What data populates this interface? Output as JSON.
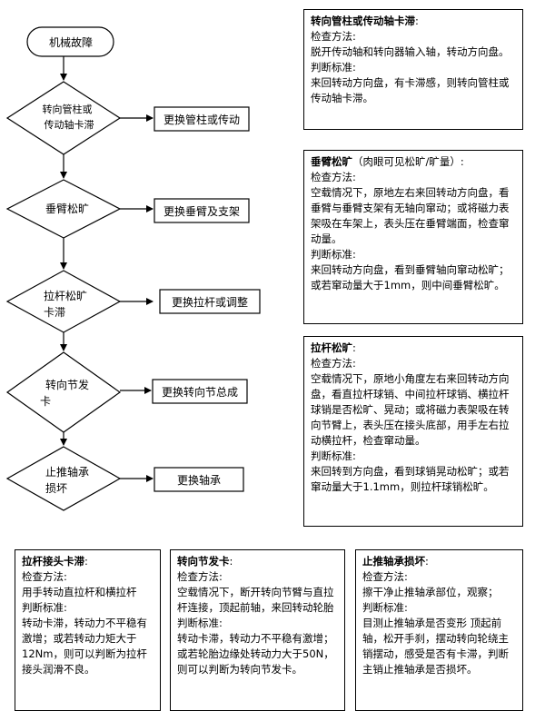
{
  "flowchart": {
    "start": "机械故障",
    "decisions": [
      {
        "lines": [
          "转向管柱或",
          "传动轴卡滞"
        ],
        "action": "更换管柱或传动"
      },
      {
        "lines": [
          "垂臂松旷"
        ],
        "action": "更换垂臂及支架"
      },
      {
        "lines": [
          "拉杆松旷",
          "卡滞"
        ],
        "action": "更换拉杆或调整"
      },
      {
        "lines": [
          "转向节发",
          "卡"
        ],
        "action": "更换转向节总成"
      },
      {
        "lines": [
          "止推轴承",
          "损坏"
        ],
        "action": "更换轴承"
      }
    ]
  },
  "notes": {
    "steering_column": {
      "title": "转向管柱或传动轴卡滞",
      "title_tail": ":",
      "check_label": "检查方法:",
      "check_text": "脱开传动轴和转向器输入轴，转动方向盘。",
      "judge_label": "判断标准:",
      "judge_text": "来回转动方向盘，有卡滞感，则转向管柱或传动轴卡滞。"
    },
    "pitman_arm": {
      "title": "垂臂松旷",
      "title_tail": "（肉眼可见松旷/旷量）:",
      "check_label": "检查方法:",
      "check_text": "空载情况下，原地左右来回转动方向盘，看垂臂与垂臂支架有无轴向窜动；或将磁力表架吸在车架上，表头压在垂臂端面，检查窜动量。",
      "judge_label": "判断标准:",
      "judge_text": "来回转动方向盘，看到垂臂轴向窜动松旷；或若窜动量大于1mm，则中间垂臂松旷。"
    },
    "tie_rod_loose": {
      "title": "拉杆松旷",
      "title_tail": ":",
      "check_label": "检查方法:",
      "check_text": "空载情况下，原地小角度左右来回转动方向盘，看直拉杆球销、中间拉杆球销、横拉杆球销是否松旷、晃动；或将磁力表架吸在转向节臂上，表头压在接头底部，用手左右拉动横拉杆，检查窜动量。",
      "judge_label": "判断标准:",
      "judge_text": "来回转到方向盘，看到球销晃动松旷；或若窜动量大于1.1mm，则拉杆球销松旷。"
    },
    "tie_rod_joint": {
      "title": "拉杆接头卡滞",
      "title_tail": ":",
      "check_label": "检查方法:",
      "check_text": "用手转动直拉杆和横拉杆",
      "judge_label": "判断标准:",
      "judge_text": "转动卡滞，转动力不平稳有激增；或若转动力矩大于12Nm，则可以判断为拉杆接头润滑不良。"
    },
    "knuckle": {
      "title": "转向节发卡",
      "title_tail": ":",
      "check_label": "检查方法:",
      "check_text": "空载情况下，断开转向节臂与直拉杆连接，顶起前轴，来回转动轮胎",
      "judge_label": "判断标准:",
      "judge_text": "转动卡滞，转动力不平稳有激增；或若轮胎边缘处转动力大于50N，则可以判断为转向节发卡。"
    },
    "thrust_bearing": {
      "title": "止推轴承损坏",
      "title_tail": ":",
      "check_label": "检查方法:",
      "check_text": "擦干净止推轴承部位，观察；",
      "judge_label": "判断标准:",
      "judge_text": "目测止推轴承是否变形 顶起前轴，松开手刹，摆动转向轮绕主销摆动，感受是否有卡滞，判断主销止推轴承是否损坏。"
    }
  }
}
